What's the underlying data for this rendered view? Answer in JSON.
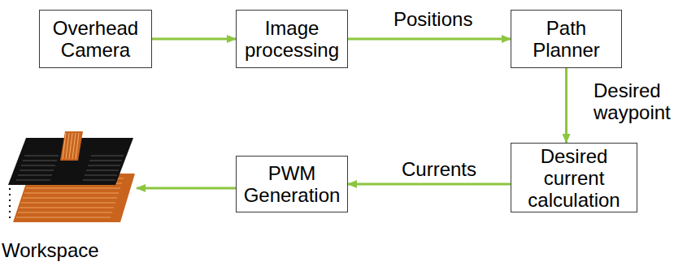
{
  "diagram": {
    "nodes": [
      {
        "text": [
          "Overhead Camera"
        ]
      },
      {
        "text": [
          "Image processing"
        ]
      },
      {
        "text": [
          "Path Planner"
        ]
      },
      {
        "text": [
          "Desired current calculation"
        ]
      },
      {
        "text": [
          "PWM Generation"
        ]
      },
      {
        "text": [
          "Workspace"
        ]
      }
    ],
    "edges": [
      {
        "from": 0,
        "to": 1,
        "arrow": "to"
      },
      {
        "from": 1,
        "to": 2,
        "label": "Positions",
        "arrow": "to"
      },
      {
        "from": 2,
        "to": 3,
        "label": "Desired waypoint",
        "arrow": "to"
      },
      {
        "from": 3,
        "to": 4,
        "label": "Currents",
        "arrow": "to"
      },
      {
        "from": 4,
        "to": 5,
        "arrow": "to"
      }
    ]
  }
}
